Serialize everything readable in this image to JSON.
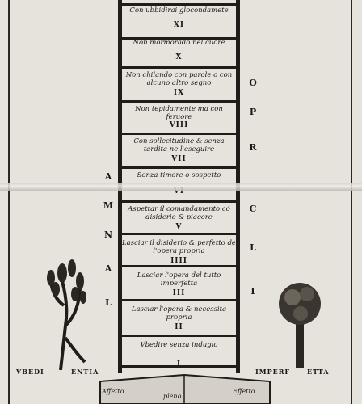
{
  "ladder": {
    "steps": [
      {
        "text": "Con ubbidirai glocondamete",
        "numeral": "XI"
      },
      {
        "text": "Non mormorādo nel cuore",
        "numeral": "X"
      },
      {
        "text": "Non chilando con parole o con alcuno altro segno",
        "numeral": "IX"
      },
      {
        "text": "Non tepidamente ma con feruore",
        "numeral": "VIII"
      },
      {
        "text": "Con sollecitudine & senza tardita ne l'eseguire",
        "numeral": "VII"
      },
      {
        "text": "Senza timore o sospetto",
        "numeral": "VI"
      },
      {
        "text": "Aspettar il comandamento có disiderio & piacere",
        "numeral": "V"
      },
      {
        "text": "Lasciar il disiderio & perfetto de l'opera propria",
        "numeral": "IIII"
      },
      {
        "text": "Lasciar l'opera del tutto imperfetta",
        "numeral": "III"
      },
      {
        "text": "Lasciar l'opera & necessita propria",
        "numeral": "II"
      },
      {
        "text": "Vbedire senza indugio",
        "numeral": "I"
      }
    ]
  },
  "side_left_letters": [
    "L",
    "A",
    "N",
    "M",
    "A"
  ],
  "side_right_letters": [
    "O",
    "P",
    "R",
    "C",
    "L",
    "I"
  ],
  "ground": {
    "left_a": "VBEDI",
    "left_b": "ENTIA",
    "right_a": "IMPERF",
    "right_b": "ETTA"
  },
  "base": {
    "left": "Affetto",
    "center": "pieno",
    "right": "Effetto"
  }
}
